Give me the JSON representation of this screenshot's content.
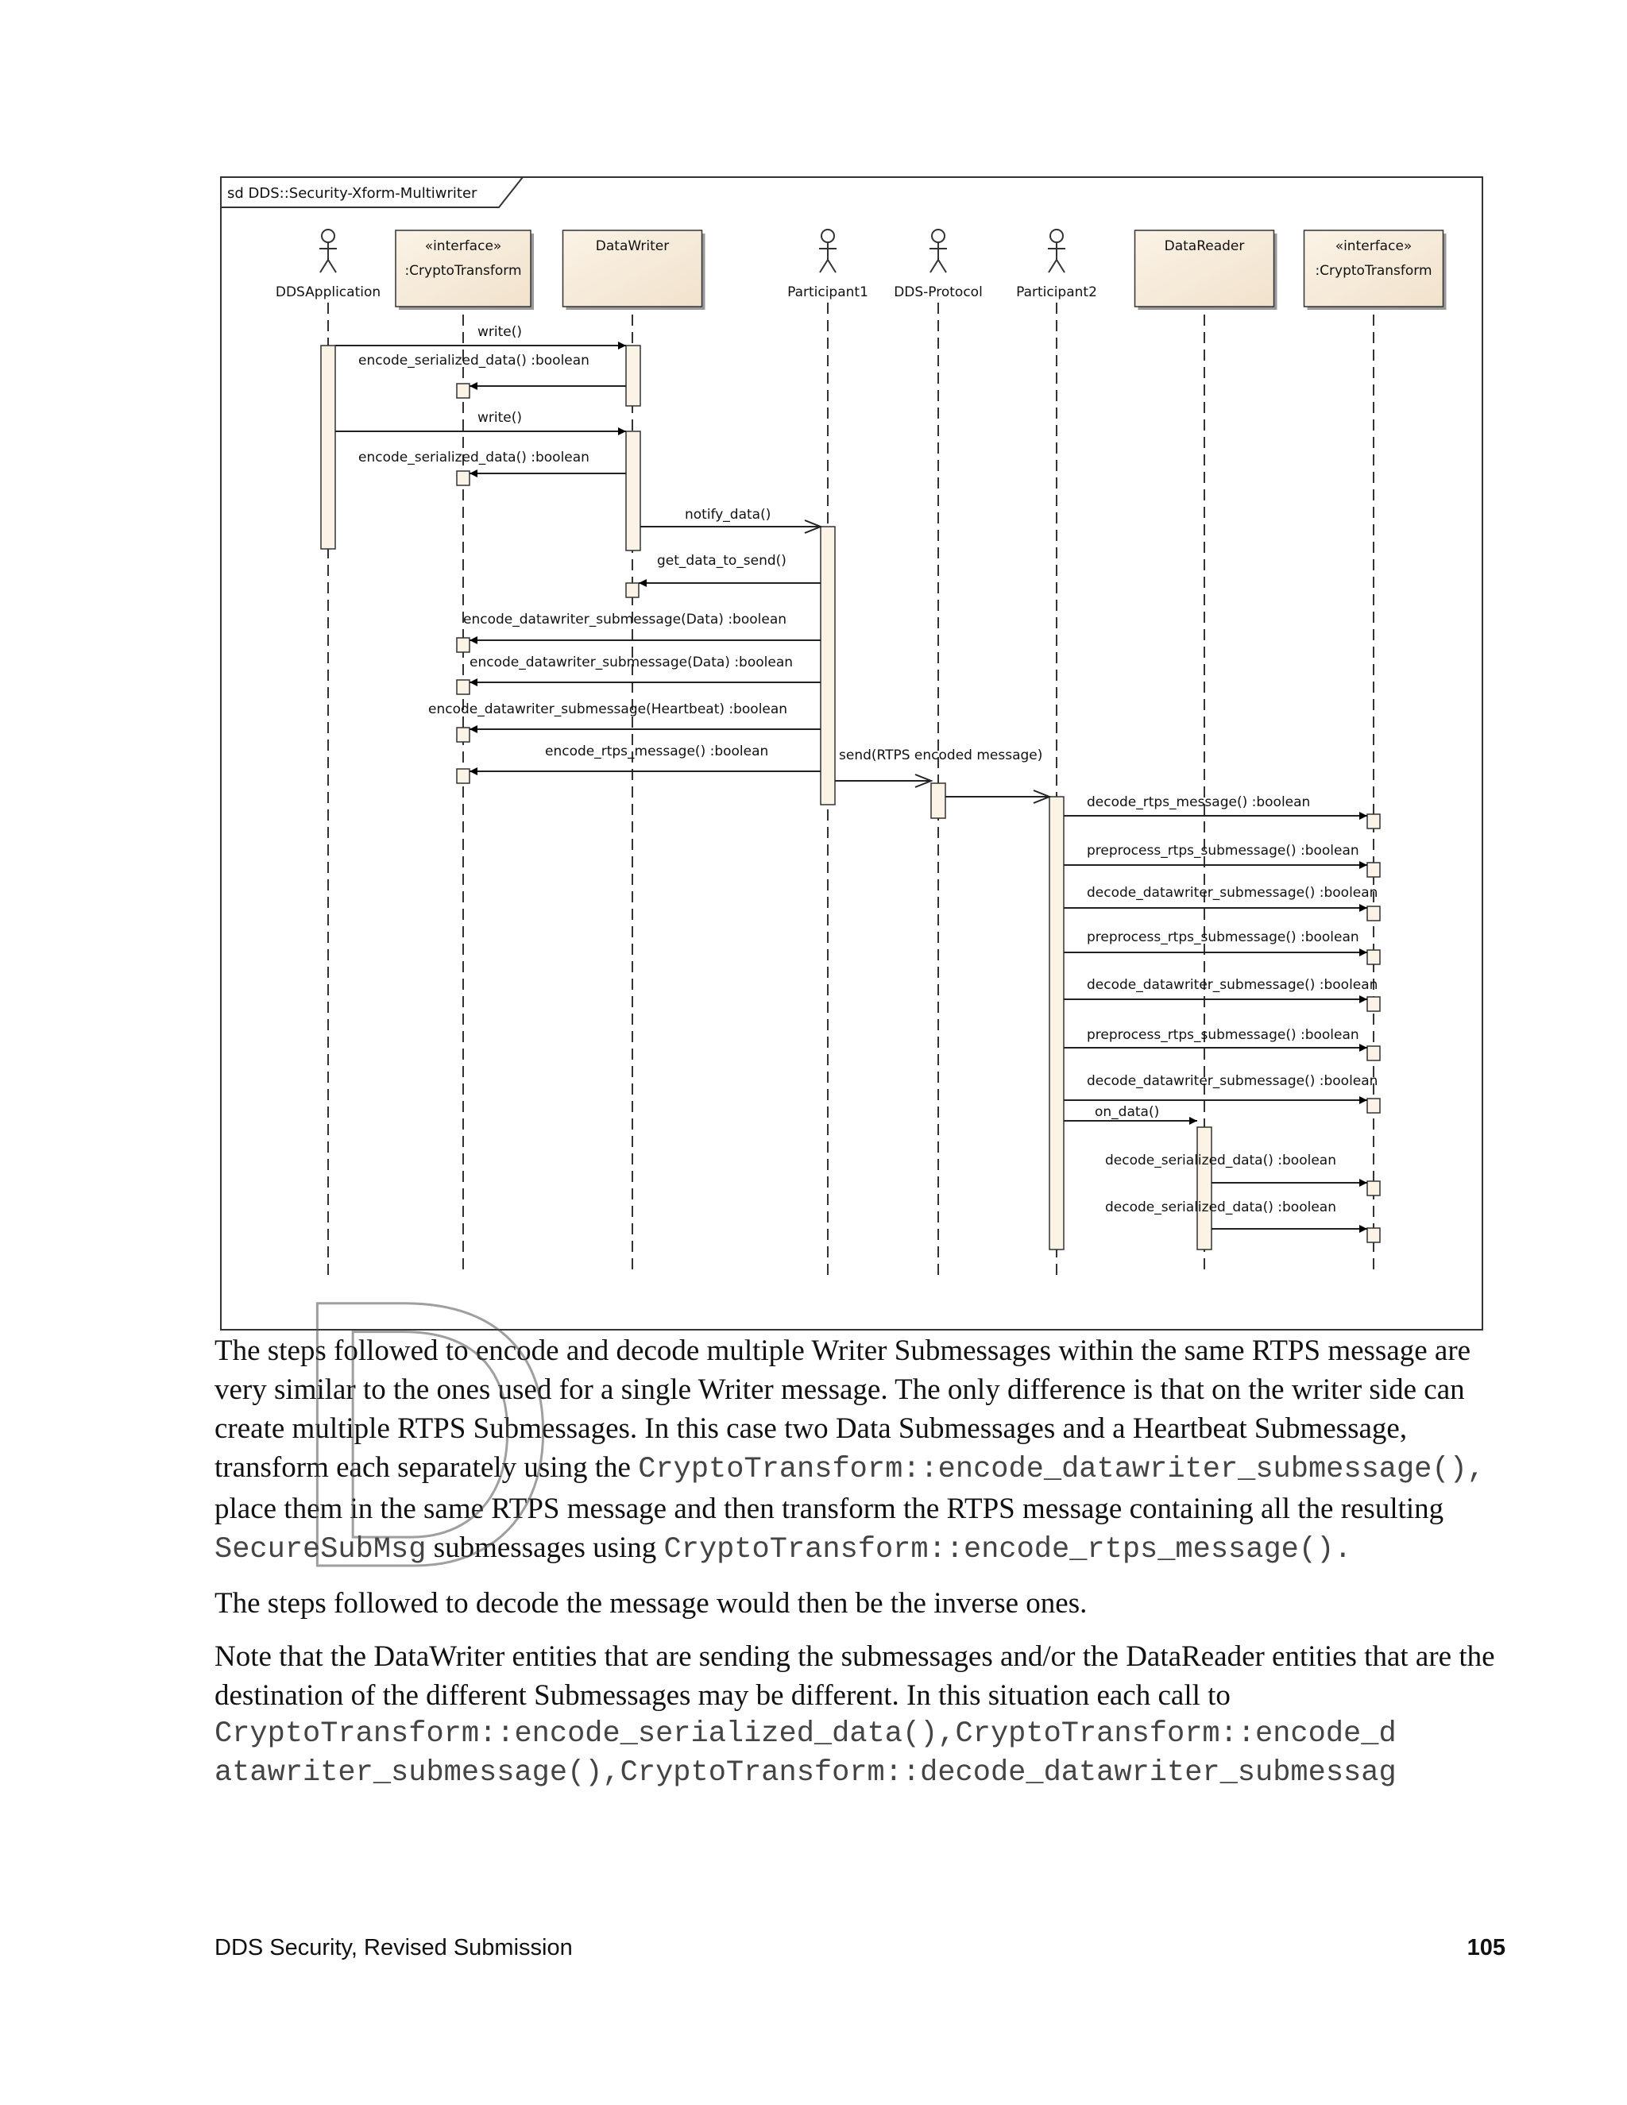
{
  "diagram": {
    "frame_label": "sd DDS::Security-Xform-Multiwriter",
    "lifelines": [
      {
        "id": "app",
        "kind": "actor",
        "label": "DDSApplication"
      },
      {
        "id": "crypto1",
        "kind": "box",
        "stereotype": "«interface»",
        "label": ":CryptoTransform"
      },
      {
        "id": "dw",
        "kind": "box",
        "stereotype": "",
        "label": "DataWriter"
      },
      {
        "id": "p1",
        "kind": "actor",
        "label": "Participant1"
      },
      {
        "id": "proto",
        "kind": "actor",
        "label": "DDS-Protocol"
      },
      {
        "id": "p2",
        "kind": "actor",
        "label": "Participant2"
      },
      {
        "id": "dr",
        "kind": "box",
        "stereotype": "",
        "label": "DataReader"
      },
      {
        "id": "crypto2",
        "kind": "box",
        "stereotype": "«interface»",
        "label": ":CryptoTransform"
      }
    ],
    "messages": [
      {
        "from": "app",
        "to": "dw",
        "label": "write()"
      },
      {
        "from": "dw",
        "to": "crypto1",
        "label": "encode_serialized_data() :boolean"
      },
      {
        "from": "app",
        "to": "dw",
        "label": "write()"
      },
      {
        "from": "dw",
        "to": "crypto1",
        "label": "encode_serialized_data() :boolean"
      },
      {
        "from": "dw",
        "to": "p1",
        "label": "notify_data()"
      },
      {
        "from": "p1",
        "to": "dw",
        "label": "get_data_to_send()"
      },
      {
        "from": "p1",
        "to": "crypto1",
        "label": "encode_datawriter_submessage(Data) :boolean"
      },
      {
        "from": "p1",
        "to": "crypto1",
        "label": "encode_datawriter_submessage(Data) :boolean"
      },
      {
        "from": "p1",
        "to": "crypto1",
        "label": "encode_datawriter_submessage(Heartbeat) :boolean"
      },
      {
        "from": "p1",
        "to": "crypto1",
        "label": "encode_rtps_message() :boolean"
      },
      {
        "from": "p1",
        "to": "proto",
        "label": "send(RTPS encoded message)"
      },
      {
        "from": "proto",
        "to": "p2",
        "label": ""
      },
      {
        "from": "p2",
        "to": "crypto2",
        "label": "decode_rtps_message() :boolean"
      },
      {
        "from": "p2",
        "to": "crypto2",
        "label": "preprocess_rtps_submessage() :boolean"
      },
      {
        "from": "p2",
        "to": "crypto2",
        "label": "decode_datawriter_submessage() :boolean"
      },
      {
        "from": "p2",
        "to": "crypto2",
        "label": "preprocess_rtps_submessage() :boolean"
      },
      {
        "from": "p2",
        "to": "crypto2",
        "label": "decode_datawriter_submessage() :boolean"
      },
      {
        "from": "p2",
        "to": "crypto2",
        "label": "preprocess_rtps_submessage() :boolean"
      },
      {
        "from": "p2",
        "to": "crypto2",
        "label": "decode_datawriter_submessage() :boolean"
      },
      {
        "from": "p2",
        "to": "dr",
        "label": "on_data()"
      },
      {
        "from": "dr",
        "to": "crypto2",
        "label": "decode_serialized_data() :boolean"
      },
      {
        "from": "dr",
        "to": "crypto2",
        "label": "decode_serialized_data() :boolean"
      }
    ]
  },
  "body": {
    "p1": {
      "t1": "The steps followed to encode and decode multiple Writer Submessages within the same RTPS message are very similar to the ones used for a single Writer message. The only difference is that on the writer side can create multiple RTPS Submessages. In this case two Data Submessages and a Heartbeat Submessage, transform each separately using the ",
      "c1": "CryptoTransform::encode_datawriter_submessage(),",
      "t2": " place them in the same RTPS message and then transform the RTPS message containing all the resulting ",
      "c2": "SecureSubMsg",
      "t3": " submessages using ",
      "c3": "CryptoTransform::encode_rtps_message()."
    },
    "p2": "The steps followed to decode the message would then be the inverse ones.",
    "p3": {
      "t1": "Note that the DataWriter entities that are sending the submessages and/or the DataReader entities that are the destination of the different Submessages may be different. In this situation each call to",
      "code1": "CryptoTransform::encode_serialized_data(),CryptoTransform::encode_d",
      "code2": "atawriter_submessage(),CryptoTransform::decode_datawriter_submessag"
    }
  },
  "watermark": "D",
  "footer": {
    "title": "DDS Security, Revised Submission",
    "page": "105"
  }
}
